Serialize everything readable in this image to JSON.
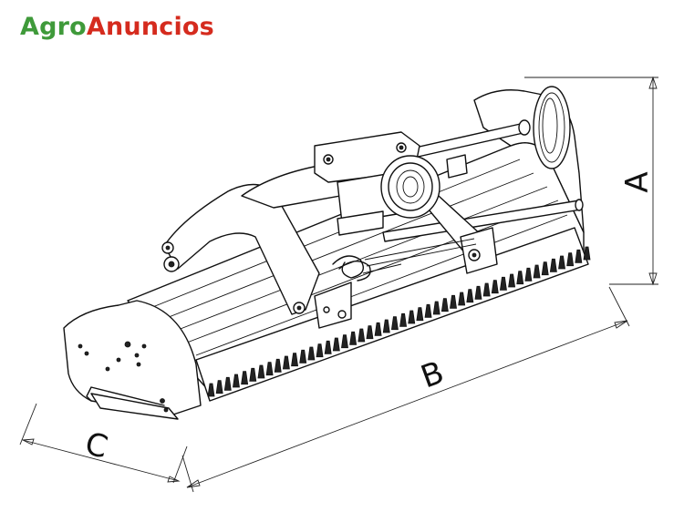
{
  "brand": {
    "part1": "Agro",
    "part2": "Anuncios",
    "color1": "#3f9a3a",
    "color2": "#d52b1e"
  },
  "dimensions": {
    "a": "A",
    "b": "B",
    "c": "C"
  }
}
